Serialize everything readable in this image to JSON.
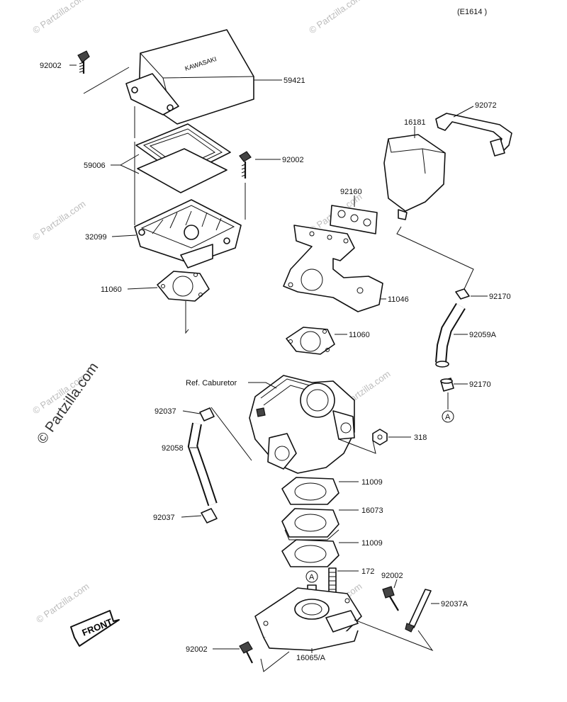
{
  "diagram": {
    "ref_code": "(E1614 )",
    "watermark_main": "© Partzilla.com",
    "watermark_small": "© Partzilla.com",
    "front_label": "FRONT",
    "callout_A": "A",
    "labels": {
      "p92002_top": "92002",
      "p59421": "59421",
      "p59006": "59006",
      "p92002_mid": "92002",
      "p32099": "32099",
      "p11060_left": "11060",
      "p16181": "16181",
      "p92072": "92072",
      "p92160": "92160",
      "p11046": "11046",
      "p92170_top": "92170",
      "p92059A": "92059A",
      "p11060_mid": "11060",
      "p92170_bot": "92170",
      "ref_carb": "Ref. Caburetor",
      "p92037_top": "92037",
      "p92059": "92058",
      "p318": "318",
      "p11009_top": "11009",
      "p16073": "16073",
      "p11009_bot": "11009",
      "p92037_bot": "92037",
      "p172": "172",
      "p92002_right": "92002",
      "p92037A": "92037A",
      "p92002_bot": "92002",
      "p16065A": "16065/A"
    }
  }
}
